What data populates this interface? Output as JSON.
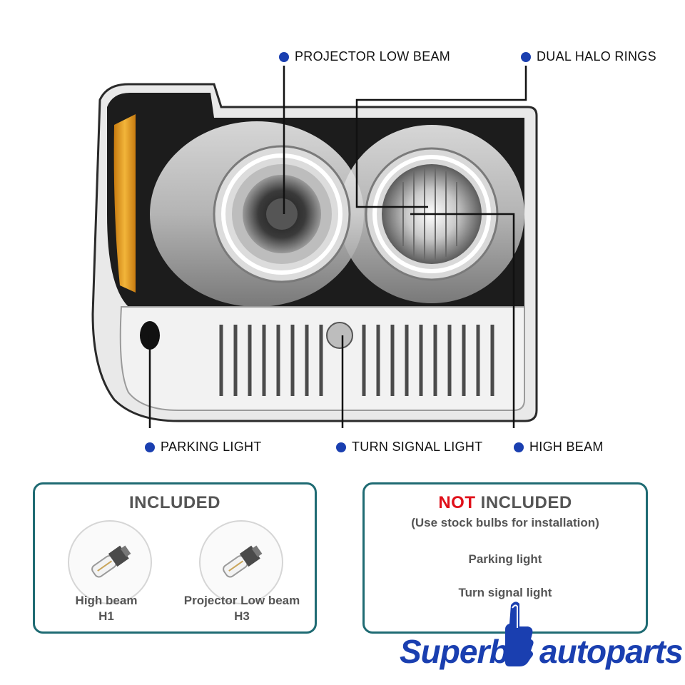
{
  "callouts": {
    "projector_low_beam": "PROJECTOR LOW BEAM",
    "dual_halo_rings": "DUAL HALO RINGS",
    "parking_light": "PARKING LIGHT",
    "turn_signal_light": "TURN SIGNAL LIGHT",
    "high_beam": "HIGH BEAM"
  },
  "included": {
    "title": "INCLUDED",
    "bulbs": [
      {
        "name": "High beam",
        "type": "H1"
      },
      {
        "name": "Projector Low beam",
        "type": "H3"
      }
    ]
  },
  "not_included": {
    "title_red": "NOT",
    "title_rest": "INCLUDED",
    "subtitle": "(Use stock bulbs for installation)",
    "items": [
      "Parking light",
      "Turn signal light"
    ]
  },
  "brand": {
    "left": "Superb",
    "right": "autoparts"
  },
  "colors": {
    "accent_blue": "#1a3fb0",
    "box_border": "#1f6b73",
    "not_red": "#e0101a",
    "amber": "#e7a21f"
  },
  "icons": [
    "headlight-illustration",
    "bulb-icon",
    "thumbs-up-icon"
  ]
}
